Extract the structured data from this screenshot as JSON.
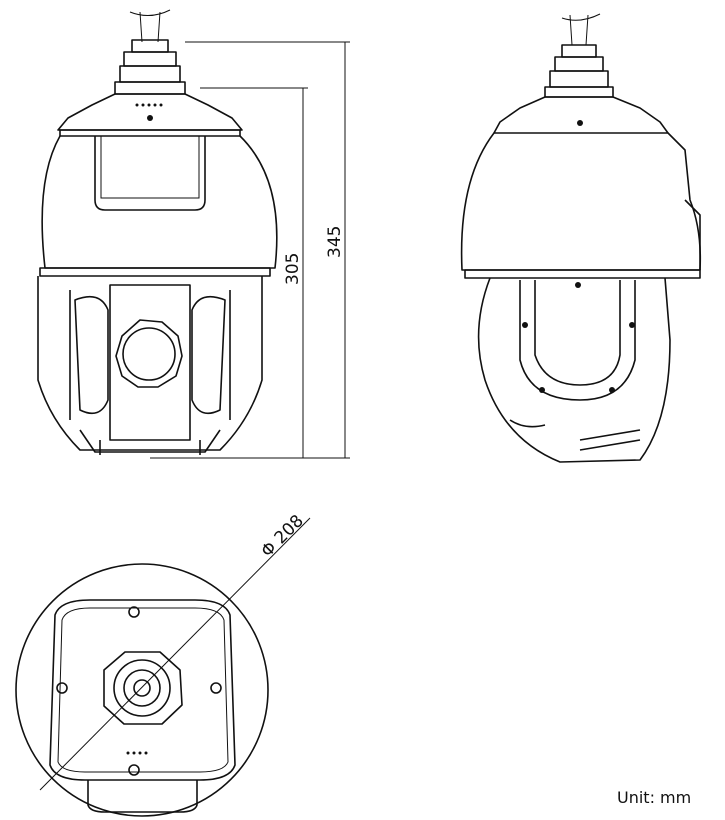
{
  "dimensions": {
    "height_dome": "305",
    "height_total": "345",
    "diameter": "Φ 208"
  },
  "unit_label": "Unit: mm"
}
